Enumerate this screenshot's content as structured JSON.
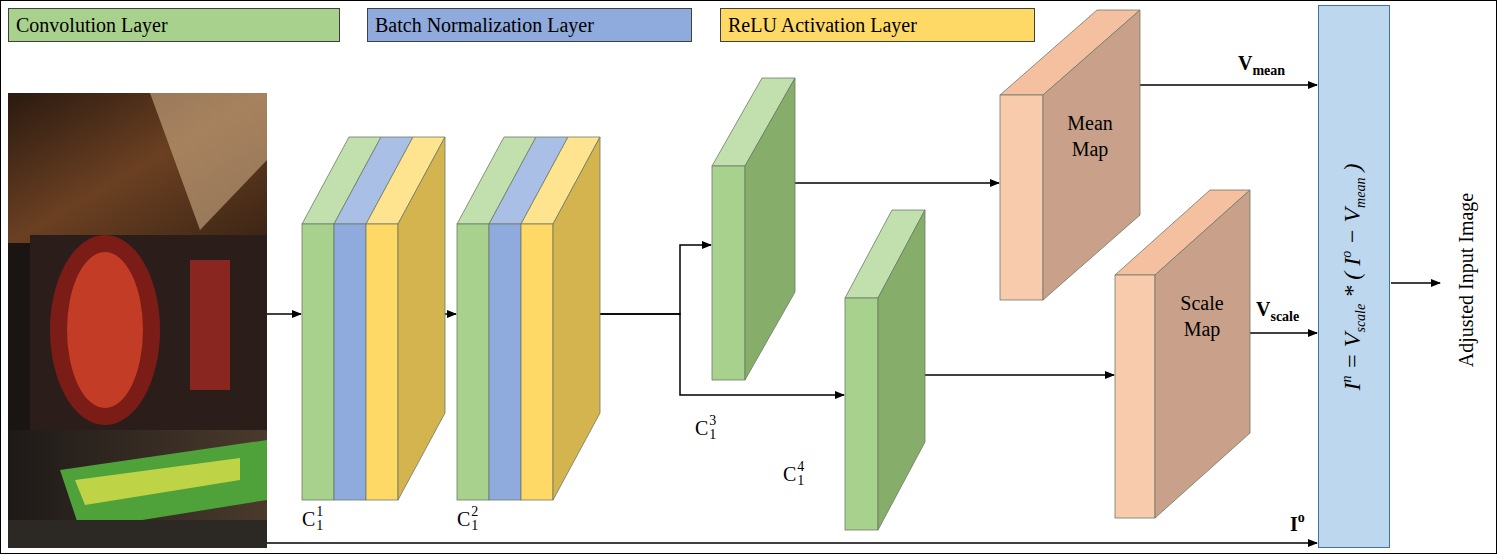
{
  "diagram": {
    "nodes": [
      {
        "text": [
          "C",
          "1",
          "1"
        ]
      },
      {
        "text": [
          "C",
          "1",
          "2"
        ]
      },
      {
        "text": [
          "C",
          "1",
          "3"
        ]
      },
      {
        "text": [
          "C",
          "1",
          "4"
        ]
      },
      {
        "text": [
          "Mean Map"
        ]
      },
      {
        "text": [
          "Scale Map"
        ]
      },
      {
        "text": [
          "I",
          "n",
          "=",
          "V",
          "scale",
          "*",
          "(",
          "I",
          "o",
          "−",
          "V",
          "mean",
          ")"
        ]
      }
    ],
    "edges": [
      {
        "from": 0,
        "to": 1,
        "arrow": "to"
      },
      {
        "from": 1,
        "to": 2,
        "arrow": "to"
      },
      {
        "from": 1,
        "to": 3,
        "arrow": "to"
      },
      {
        "from": 2,
        "to": 4,
        "arrow": "to"
      },
      {
        "from": 3,
        "to": 5,
        "arrow": "to"
      },
      {
        "from": 4,
        "to": 6,
        "arrow": "to"
      },
      {
        "from": 5,
        "to": 6,
        "arrow": "to"
      }
    ],
    "labels": [
      "V",
      "mean",
      "V",
      "scale",
      "I",
      "o",
      "Adjusted Input Image"
    ],
    "legend": [
      {
        "text": "Convolution Layer",
        "color": "#a9d18e"
      },
      {
        "text": "Batch Normalization Layer",
        "color": "#8faadc"
      },
      {
        "text": "ReLU Activation Layer",
        "color": "#ffd966"
      }
    ]
  }
}
